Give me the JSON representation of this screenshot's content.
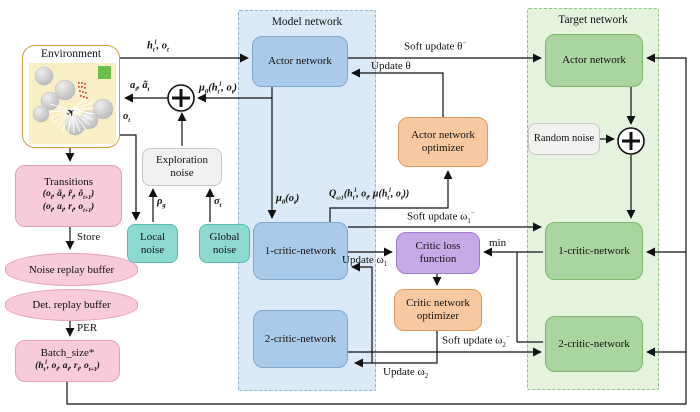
{
  "panels": {
    "model_title": "Model network",
    "target_title": "Target network"
  },
  "env": {
    "title": "Environment"
  },
  "boxes": {
    "model_actor": "Actor network",
    "model_critic1": "1-critic-network",
    "model_critic2": "2-critic-network",
    "actor_optimizer": "Actor network optimizer",
    "critic_loss": "Critic loss function",
    "critic_optimizer": "Critic network optimizer",
    "target_actor": "Actor network",
    "random_noise": "Random noise",
    "target_critic1": "1-critic-network",
    "target_critic2": "2-critic-network",
    "exploration_noise": "Exploration noise",
    "local_noise": "Local noise",
    "global_noise": "Global noise",
    "transitions_title": "Transitions",
    "transitions_line1": [
      [
        "(o"
      ],
      [
        "t",
        "sub"
      ],
      [
        ", ã"
      ],
      [
        "t",
        "sub"
      ],
      [
        ", r̃"
      ],
      [
        "t",
        "sub"
      ],
      [
        ", õ"
      ],
      [
        "t+1",
        "sub"
      ],
      [
        ")"
      ]
    ],
    "transitions_line2": [
      [
        "(o"
      ],
      [
        "t",
        "sub"
      ],
      [
        ", a"
      ],
      [
        "t",
        "sub"
      ],
      [
        ", r"
      ],
      [
        "t",
        "sub"
      ],
      [
        ", o"
      ],
      [
        "t+1",
        "sub"
      ],
      [
        ")"
      ]
    ],
    "noise_buffer": "Noise replay buffer",
    "det_buffer": "Det. replay buffer",
    "batch_title": "Batch_size*",
    "batch_formula": [
      [
        "(h"
      ],
      [
        "t",
        "sub"
      ],
      [
        "l",
        "sup"
      ],
      [
        ", o"
      ],
      [
        "t",
        "sub"
      ],
      [
        ", a"
      ],
      [
        "t",
        "sub"
      ],
      [
        ", r"
      ],
      [
        "t",
        "sub"
      ],
      [
        ", o"
      ],
      [
        "t+1",
        "sub"
      ],
      [
        ")"
      ]
    ]
  },
  "edge_labels": {
    "ho": [
      [
        "h"
      ],
      [
        "t",
        "sub"
      ],
      [
        "l",
        "sup"
      ],
      [
        ", o"
      ],
      [
        "t",
        "sub"
      ]
    ],
    "a_in": [
      [
        "a"
      ],
      [
        "t",
        "sub"
      ],
      [
        ", ã"
      ],
      [
        "t",
        "sub"
      ]
    ],
    "mu_h": [
      [
        "μ"
      ],
      [
        "θ",
        "sub"
      ],
      [
        "(h"
      ],
      [
        "t",
        "sub"
      ],
      [
        "l",
        "sup"
      ],
      [
        ", o"
      ],
      [
        "t",
        "sub"
      ],
      [
        ")"
      ]
    ],
    "o_t": [
      [
        "o"
      ],
      [
        "t",
        "sub"
      ]
    ],
    "rho": [
      [
        "ρ"
      ],
      [
        "g",
        "sub"
      ]
    ],
    "sigma": [
      [
        "σ"
      ],
      [
        "t",
        "sub"
      ]
    ],
    "store": "Store",
    "per": "PER",
    "soft_theta": [
      [
        "Soft update θ"
      ],
      [
        "−",
        "sup"
      ]
    ],
    "update_theta": "Update θ",
    "q_value": [
      [
        "Q"
      ],
      [
        "ω1",
        "sub"
      ],
      [
        "(h"
      ],
      [
        "t",
        "sub"
      ],
      [
        "l",
        "sup"
      ],
      [
        ", o"
      ],
      [
        "t",
        "sub"
      ],
      [
        ", μ(h"
      ],
      [
        "t",
        "sub"
      ],
      [
        "l",
        "sup"
      ],
      [
        ", o"
      ],
      [
        "t",
        "sub"
      ],
      [
        "))"
      ]
    ],
    "mu_o": [
      [
        "μ"
      ],
      [
        "θ",
        "sub"
      ],
      [
        "(o"
      ],
      [
        "t",
        "sub"
      ],
      [
        ")"
      ]
    ],
    "soft_w1": [
      [
        "Soft update ω"
      ],
      [
        "1",
        "sub"
      ],
      [
        "−",
        "sup"
      ]
    ],
    "update_w1": [
      [
        "Update ω"
      ],
      [
        "1",
        "sub"
      ]
    ],
    "min": "min",
    "soft_w2": [
      [
        "Soft update ω"
      ],
      [
        "2",
        "sub"
      ],
      [
        "−",
        "sup"
      ]
    ],
    "update_w2": [
      [
        "Update ω"
      ],
      [
        "2",
        "sub"
      ]
    ]
  },
  "colors": {
    "model_panel": "#dceaf8",
    "model_box": "#a9cbe9",
    "target_panel": "#e4f2de",
    "target_box": "#abd5a0",
    "optimizer": "#f8c9a1",
    "loss": "#c6aae7",
    "noise_box": "#f1f1ef",
    "local_global_noise": "#8ed9cf",
    "replay_pink": "#f7cbd9",
    "env_fill": "#f9efc6",
    "env_border": "#c9a03c",
    "goal_green": "#6abf4b",
    "line": "#111111"
  }
}
